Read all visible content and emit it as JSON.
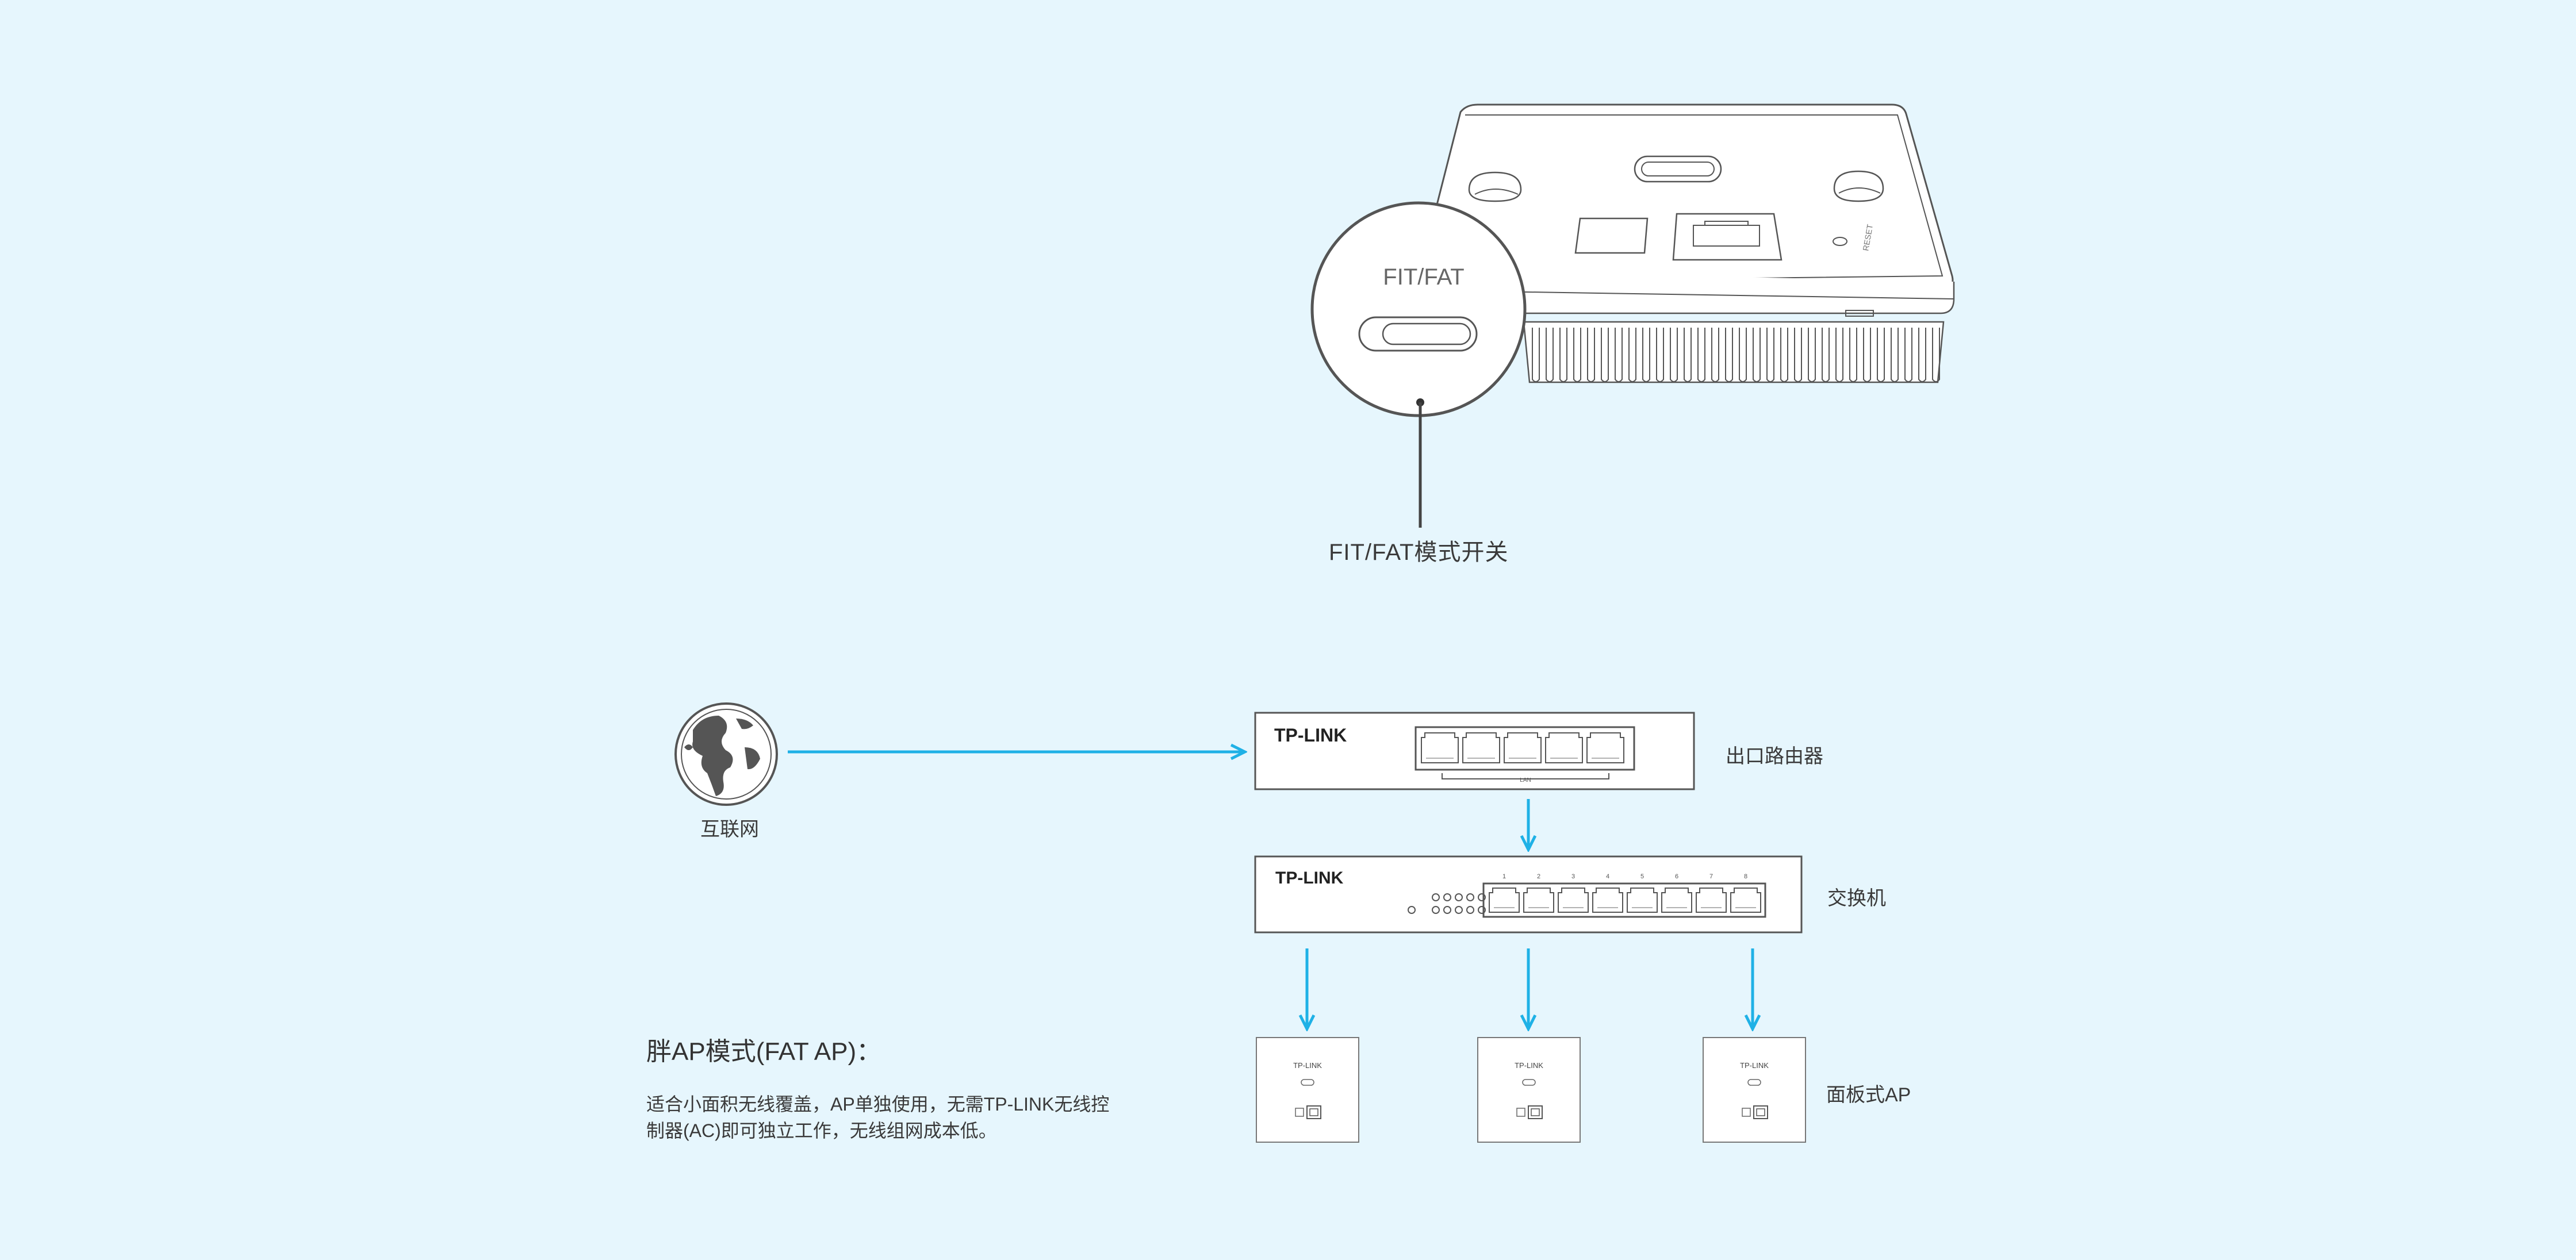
{
  "device": {
    "switch_label": "FIT/FAT",
    "callout": "FIT/FAT模式开关"
  },
  "network": {
    "internet": "互联网",
    "router": {
      "brand": "TP-LINK",
      "port_label": "LAN",
      "label": "出口路由器"
    },
    "switch": {
      "brand": "TP-LINK",
      "ports": [
        "1",
        "2",
        "3",
        "4",
        "5",
        "6",
        "7",
        "8"
      ],
      "label": "交换机"
    },
    "ap": {
      "brand": "TP-LINK",
      "label": "面板式AP",
      "count": 3
    }
  },
  "description": {
    "title": "胖AP模式(FAT AP)：",
    "lines": [
      "适合小面积无线覆盖，AP单独使用，无需TP-LINK无线控",
      "制器(AC)即可独立工作，无线组网成本低。"
    ]
  },
  "colors": {
    "background": "#e6f6fd",
    "arrow": "#1fb1e6",
    "line": "#555555"
  }
}
